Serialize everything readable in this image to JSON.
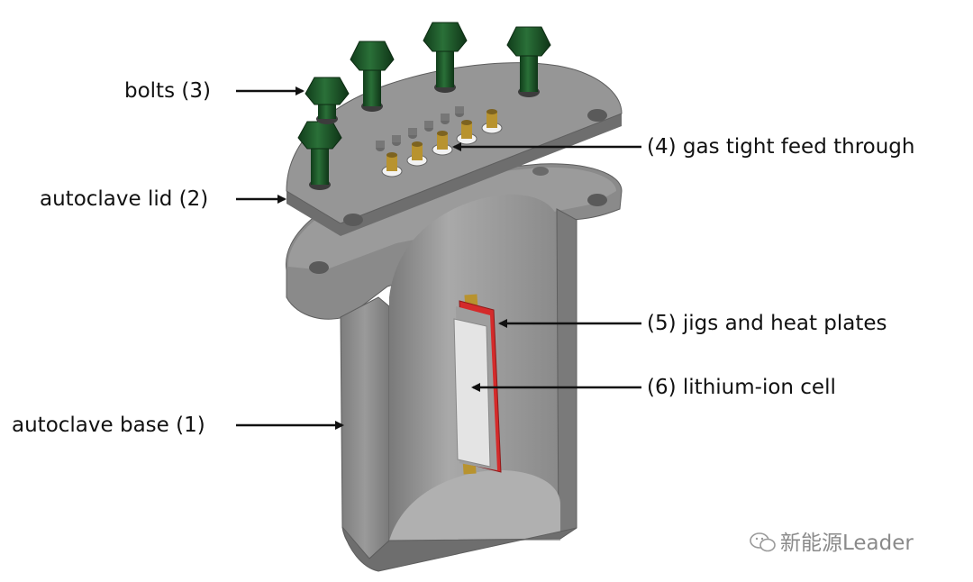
{
  "diagram": {
    "labels": {
      "bolts": "bolts (3)",
      "lid": "autoclave lid (2)",
      "base": "autoclave base (1)",
      "feedthrough": "(4) gas tight feed through",
      "jigs": "(5) jigs and heat plates",
      "cell": "(6) lithium-ion cell"
    },
    "watermark": "新能源Leader",
    "colors": {
      "metal": "#8e8e8e",
      "metal_dark": "#6e6e6e",
      "bolt": "#1e5a2a",
      "brass": "#b8932f",
      "jig": "#d42b2b",
      "cell": "#e4e4e4"
    }
  }
}
